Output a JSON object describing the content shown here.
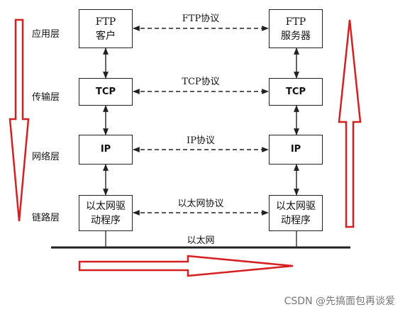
{
  "layers": [
    "应用层",
    "传输层",
    "网络层",
    "链路层"
  ],
  "left_stack": [
    "FTP\n客户",
    "TCP",
    "IP",
    "以太网驱\n动程序"
  ],
  "right_stack": [
    "FTP\n服务器",
    "TCP",
    "IP",
    "以太网驱\n动程序"
  ],
  "protocols": [
    "FTP协议",
    "TCP协议",
    "IP协议",
    "以太网协议"
  ],
  "network_label": "以太网",
  "watermark": "CSDN @先搞面包再谈爱",
  "colors": {
    "flow_arrow": "#d42020",
    "line": "#222222"
  }
}
